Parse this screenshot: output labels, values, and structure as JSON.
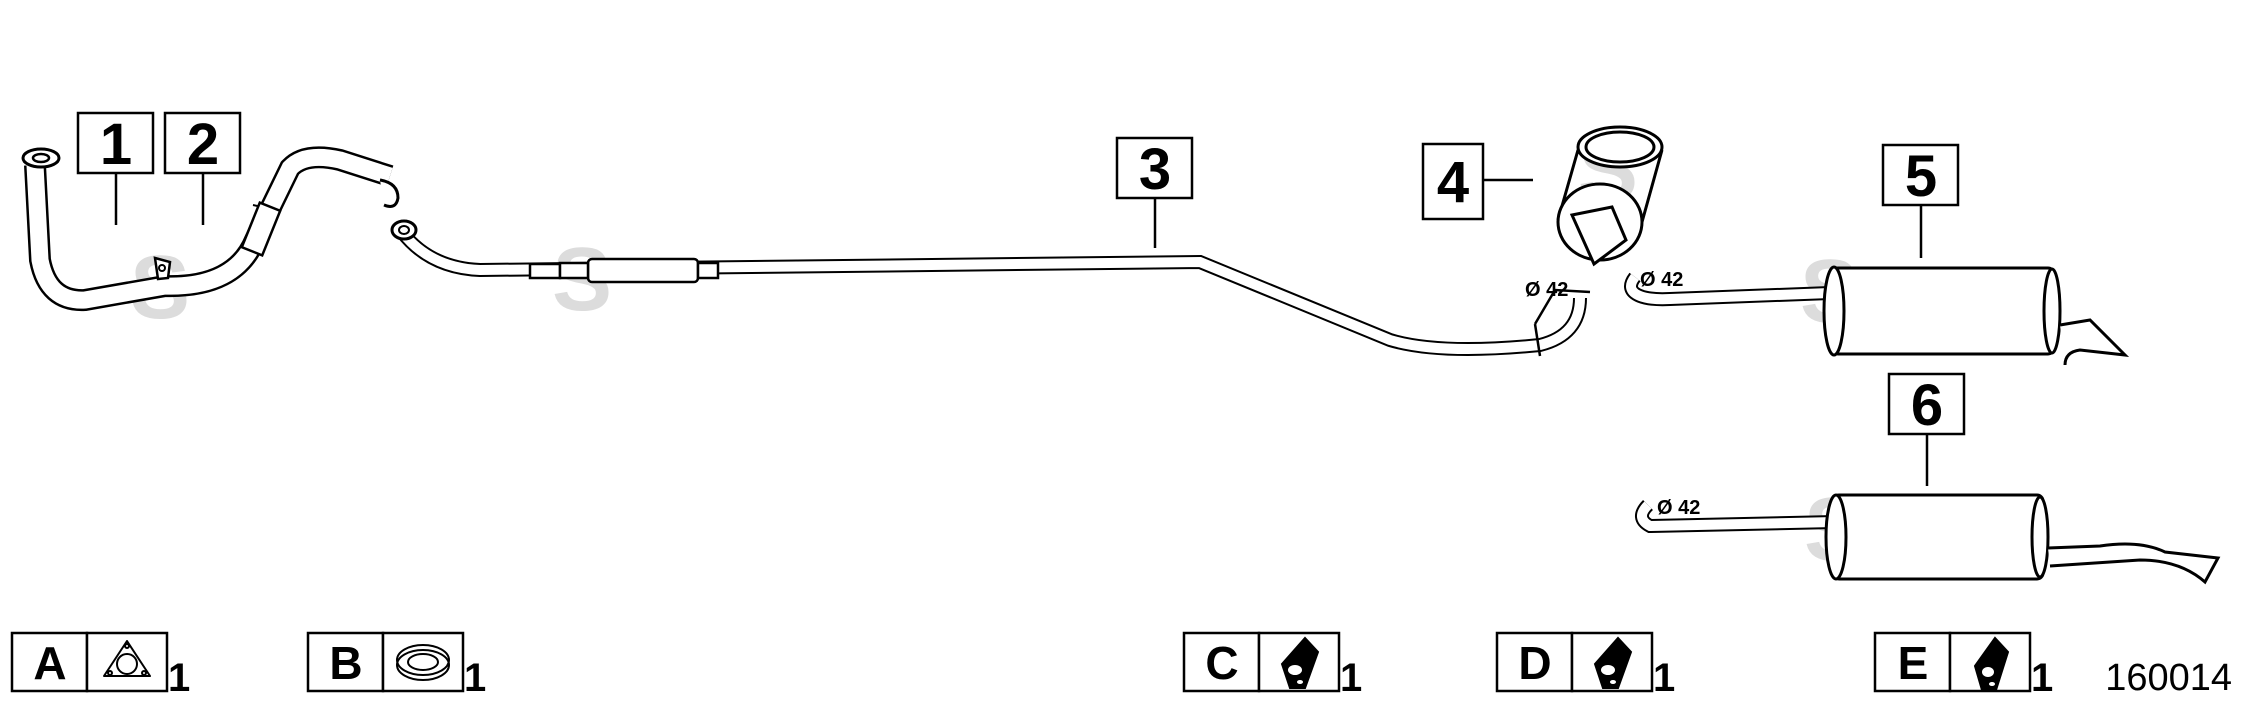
{
  "diagram": {
    "figure_number": "160014",
    "watermark": "S",
    "parts": [
      {
        "id": "1",
        "name": "front pipe"
      },
      {
        "id": "2",
        "name": "front pipe section"
      },
      {
        "id": "3",
        "name": "center pipe with resonator"
      },
      {
        "id": "4",
        "name": "sleeve"
      },
      {
        "id": "5",
        "name": "rear silencer"
      },
      {
        "id": "6",
        "name": "rear silencer"
      }
    ],
    "dimension_labels": [
      "Ø 42",
      "Ø 42",
      "Ø 42"
    ],
    "hardware": [
      {
        "letter": "A",
        "icon": "three-bolt-flange-gasket-icon",
        "qty": "1"
      },
      {
        "letter": "B",
        "icon": "ring-gasket-icon",
        "qty": "1"
      },
      {
        "letter": "C",
        "icon": "rubber-hanger-icon",
        "qty": "1"
      },
      {
        "letter": "D",
        "icon": "rubber-hanger-icon",
        "qty": "1"
      },
      {
        "letter": "E",
        "icon": "rubber-hanger-icon",
        "qty": "1"
      }
    ]
  }
}
